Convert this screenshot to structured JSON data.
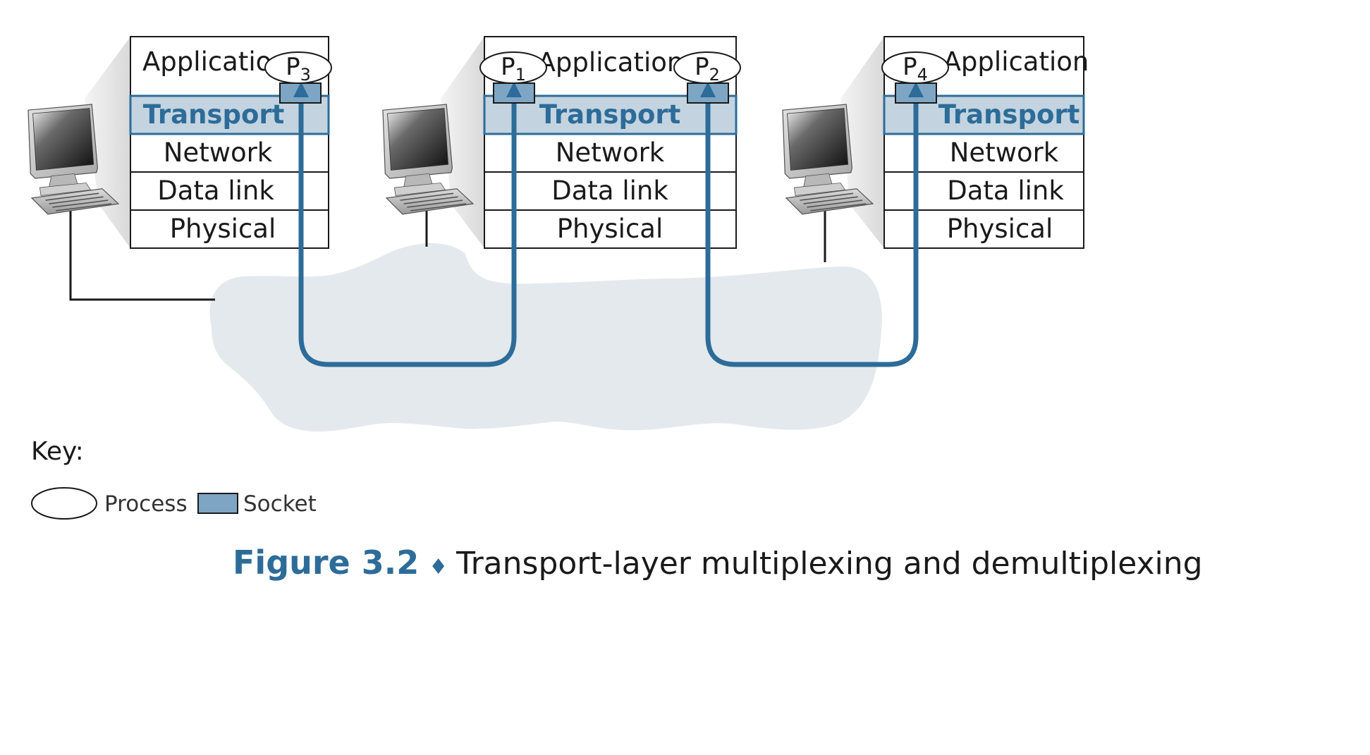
{
  "hosts": [
    {
      "layers": [
        "Application",
        "Transport",
        "Network",
        "Data link",
        "Physical"
      ],
      "processes": [
        {
          "name": "P",
          "sub": "3"
        }
      ]
    },
    {
      "layers": [
        "Application",
        "Transport",
        "Network",
        "Data link",
        "Physical"
      ],
      "processes": [
        {
          "name": "P",
          "sub": "1"
        },
        {
          "name": "P",
          "sub": "2"
        }
      ]
    },
    {
      "layers": [
        "Application",
        "Transport",
        "Network",
        "Data link",
        "Physical"
      ],
      "processes": [
        {
          "name": "P",
          "sub": "4"
        }
      ]
    }
  ],
  "key": {
    "title": "Key:",
    "process_label": "Process",
    "socket_label": "Socket"
  },
  "caption": {
    "figure": "Figure 3.2",
    "separator": "♦",
    "text": "Transport-layer multiplexing and demultiplexing"
  },
  "colors": {
    "transport_fill": "#c3d4e0",
    "accent": "#2d6c99",
    "socket_fill": "#7ea6c4",
    "cloud_fill": "#e4e9ed"
  }
}
